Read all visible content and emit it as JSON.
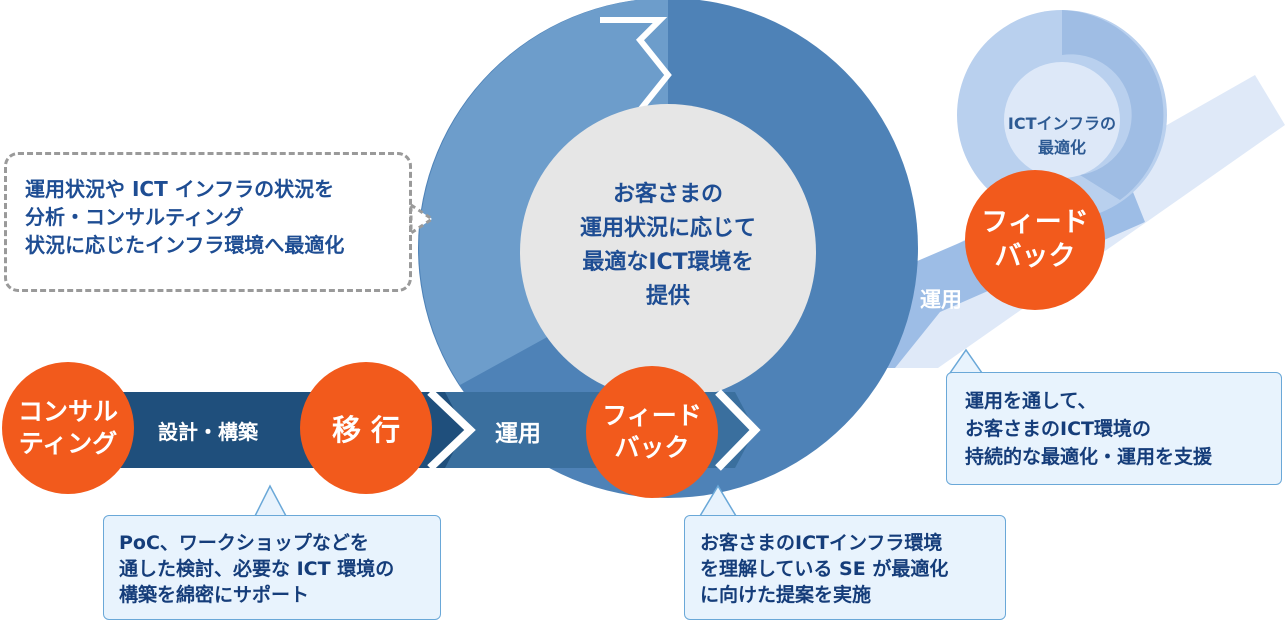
{
  "steps": {
    "consulting": [
      "コンサル",
      "ティング"
    ],
    "design": "設計・構築",
    "migration": "移 行",
    "operation_main": "運用",
    "feedback_main": [
      "フィード",
      "バック"
    ],
    "operation_right": "運用",
    "feedback_right": [
      "フィード",
      "バック"
    ]
  },
  "cycle_center": [
    "お客さまの",
    "運用状況に応じて",
    "最適なICT環境を",
    "提供"
  ],
  "small_cycle_center": [
    "ICTインフラの",
    "最適化"
  ],
  "dashed_note": [
    "運用状況や ICT インフラの状況を",
    "分析・コンサルティング",
    "状況に応じたインフラ環境へ最適化"
  ],
  "callouts": {
    "poc": [
      "PoC、ワークショップなどを",
      "通した検討、必要な ICT 環境の",
      "構築を綿密にサポート"
    ],
    "se": [
      "お客さまのICTインフラ環境",
      "を理解している SE が最適化",
      "に向けた提案を実施"
    ],
    "support": [
      "運用を通して、",
      "お客さまのICT環境の",
      "持続的な最適化・運用を支援"
    ]
  },
  "colors": {
    "orange": "#f25a1c",
    "dark_navy": "#1f4f7c",
    "arrow_blue": "#3a6f9e",
    "ring_outer": "#4a7fb5",
    "ring_inner": "#5a8fc6",
    "center_gray": "#e6e6e6",
    "text_blue": "#1e4d93",
    "light_blue": "#a9c6ea",
    "callout_bg": "#e8f3fd"
  }
}
